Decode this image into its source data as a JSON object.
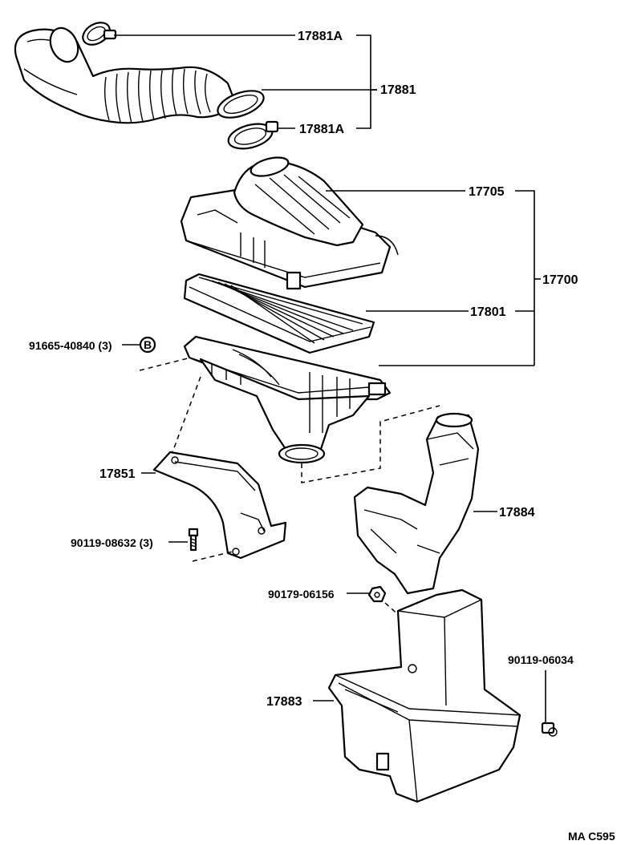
{
  "labels": {
    "p17881A_top": "17881A",
    "p17881": "17881",
    "p17881A_bottom": "17881A",
    "p17705": "17705",
    "p17700": "17700",
    "p17801": "17801",
    "p91665": "91665-40840 (3)",
    "b_marker": "B",
    "p17851": "17851",
    "p17884": "17884",
    "p90119_08632": "90119-08632 (3)",
    "p90179": "90179-06156",
    "p90119_06034": "90119-06034",
    "p17883": "17883",
    "catalog_code": "MA C595"
  }
}
